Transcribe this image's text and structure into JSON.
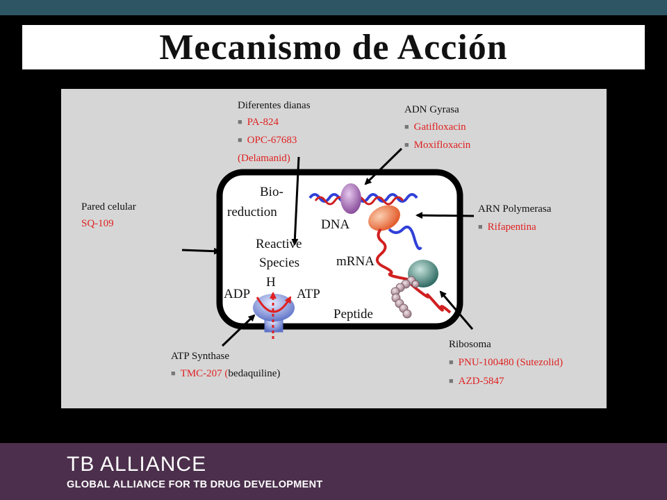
{
  "title": "Mecanismo de Acción",
  "cell_labels": {
    "bio": "Bio-",
    "reduction": "reduction",
    "reactive": "Reactive",
    "species": "Species",
    "h": "H",
    "adp": "ADP",
    "atp": "ATP",
    "dna": "DNA",
    "mrna": "mRNA",
    "peptide": "Peptide"
  },
  "targets": {
    "diferentes": {
      "heading": "Diferentes dianas",
      "items": [
        "PA-824",
        "OPC-67683"
      ],
      "tail": "(Delamanid)"
    },
    "adn_gyrasa": {
      "heading": "ADN Gyrasa",
      "items": [
        "Gatifloxacin",
        "Moxifloxacin"
      ]
    },
    "pared": {
      "heading": "Pared celular",
      "item": "SQ-109"
    },
    "arn_polymerasa": {
      "heading": "ARN Polymerasa",
      "items": [
        "Rifapentina"
      ]
    },
    "atp_synthase": {
      "heading": "ATP Synthase",
      "item_red": "TMC-207 (",
      "item_black": "bedaquiline)"
    },
    "ribosoma": {
      "heading": "Ribosoma",
      "items": [
        "PNU-100480 (Sutezolid)",
        "AZD-5847"
      ]
    }
  },
  "footer": {
    "brand": "TB ALLIANCE",
    "tagline": "GLOBAL ALLIANCE FOR TB DRUG DEVELOPMENT"
  },
  "colors": {
    "drug_red": "#e02020",
    "footer_purple": "#4b2f4c",
    "top_bar": "#2e5563"
  }
}
